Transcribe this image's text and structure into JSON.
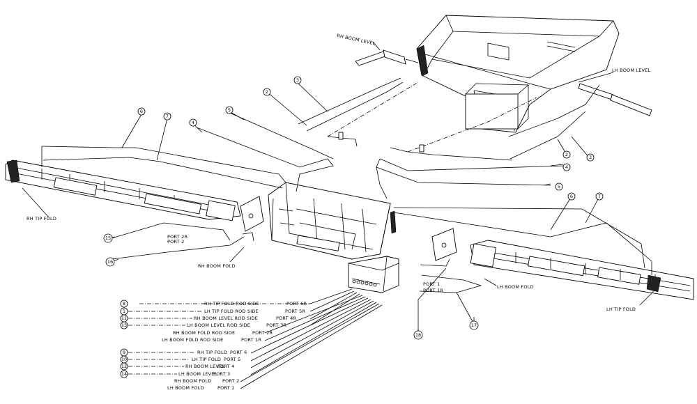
{
  "labels": {
    "rh_boom_level": "RH BOOM LEVEL",
    "lh_boom_level": "LH BOOM LEVEL",
    "rh_tip_fold": "RH TIP FOLD",
    "lh_tip_fold": "LH TIP FOLD",
    "rh_boom_fold": "RH BOOM FOLD",
    "lh_boom_fold": "LH BOOM FOLD",
    "port_2r": "PORT 2R",
    "port_2": "PORT 2",
    "port_1": "PORT 1",
    "port_1r": "PORT 1R"
  },
  "callouts": {
    "c2a": "2",
    "c3a": "3",
    "c6a": "6",
    "c7a": "7",
    "c4a": "4",
    "c5a": "5",
    "c2b": "2",
    "c3b": "3",
    "c4b": "4",
    "c5b": "5",
    "c6b": "6",
    "c7b": "7",
    "c15": "15",
    "c16": "16",
    "c18": "18",
    "c17": "17"
  },
  "legend": [
    {
      "num": "8",
      "text": "RH TIP FOLD ROD SIDE",
      "port": "PORT 6R"
    },
    {
      "num": "1",
      "text": "LH TIP FOLD ROD SIDE",
      "port": "PORT 5R"
    },
    {
      "num": "11",
      "text": "RH BOOM LEVEL ROD SIDE",
      "port": "PORT 4R"
    },
    {
      "num": "13",
      "text": "LH BOOM LEVEL ROD SIDE",
      "port": "PORT 3R"
    },
    {
      "num": "",
      "text": "RH BOOM FOLD ROD SIDE",
      "port": "PORT 2R"
    },
    {
      "num": "",
      "text": "LH BOOM FOLD ROD SIDE",
      "port": "PORT 1R"
    },
    {
      "num": "9",
      "text": "RH TIP FOLD",
      "port": "PORT 6"
    },
    {
      "num": "10",
      "text": "LH TIP FOLD",
      "port": "PORT 5"
    },
    {
      "num": "12",
      "text": "RH BOOM LEVEL",
      "port": "PORT 4"
    },
    {
      "num": "14",
      "text": "LH BOOM LEVEL",
      "port": "PORT 3"
    },
    {
      "num": "",
      "text": "RH BOOM FOLD",
      "port": "PORT 2"
    },
    {
      "num": "",
      "text": "LH BOOM FOLD",
      "port": "PORT 1"
    }
  ]
}
